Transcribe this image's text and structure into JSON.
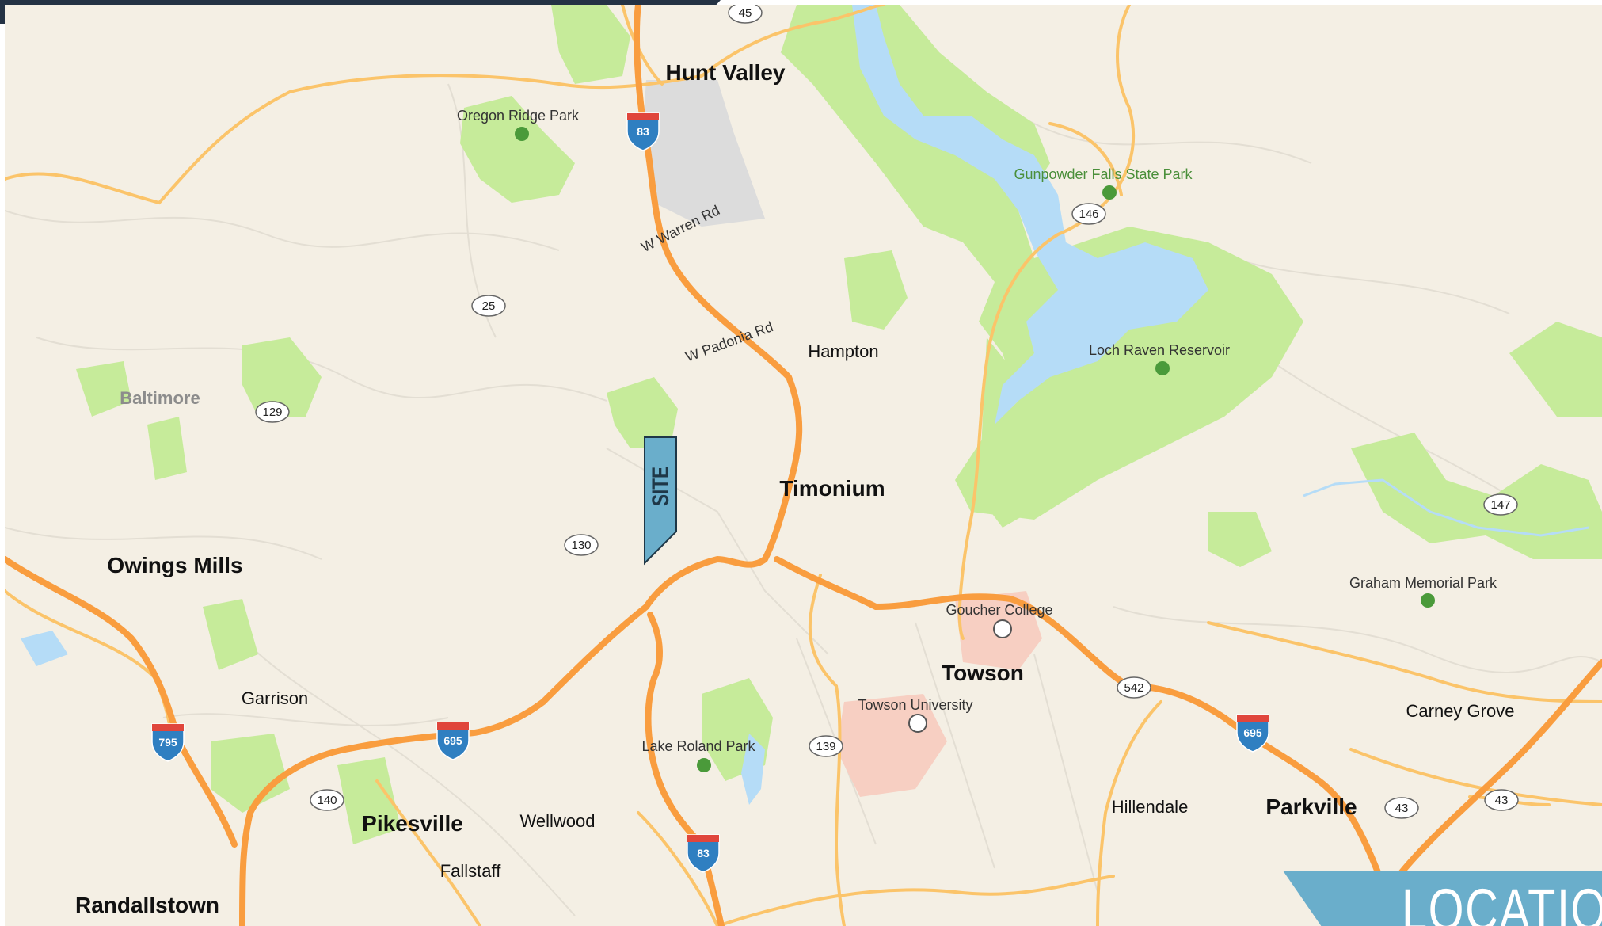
{
  "map": {
    "places": {
      "hunt_valley": "Hunt Valley",
      "timonium": "Timonium",
      "towson": "Towson",
      "owings_mills": "Owings Mills",
      "pikesville": "Pikesville",
      "parkville": "Parkville",
      "randallstown": "Randallstown",
      "hampton": "Hampton",
      "garrison": "Garrison",
      "wellwood": "Wellwood",
      "fallstaff": "Fallstaff",
      "hillendale": "Hillendale",
      "carney_grove": "Carney Grove",
      "baltimore": "Baltimore"
    },
    "pois": {
      "oregon_ridge_park": "Oregon Ridge Park",
      "gunpowder_falls_state_park": "Gunpowder Falls State Park",
      "loch_raven_reservoir": "Loch Raven Reservoir",
      "graham_memorial_park": "Graham Memorial Park",
      "goucher_college": "Goucher College",
      "towson_university": "Towson University",
      "lake_roland_park": "Lake Roland Park"
    },
    "roads": {
      "w_warren_rd": "W Warren Rd",
      "w_padonia_rd": "W Padonia Rd"
    },
    "shields": {
      "r45": "45",
      "r25": "25",
      "r129": "129",
      "r130": "130",
      "r146": "146",
      "r147": "147",
      "r542": "542",
      "r139": "139",
      "r140": "140",
      "r43a": "43",
      "r43b": "43",
      "i83a": "83",
      "i83b": "83",
      "i695a": "695",
      "i695b": "695",
      "i795": "795"
    },
    "site_label": "SITE",
    "colors": {
      "land": "#f4efe4",
      "park": "#c6eb9a",
      "water": "#b5dcf7",
      "highway": "#f99d3f",
      "arterial": "#fbc46a",
      "site_marker": "#6aaecb"
    }
  },
  "banner": {
    "label": "LOCATION"
  }
}
